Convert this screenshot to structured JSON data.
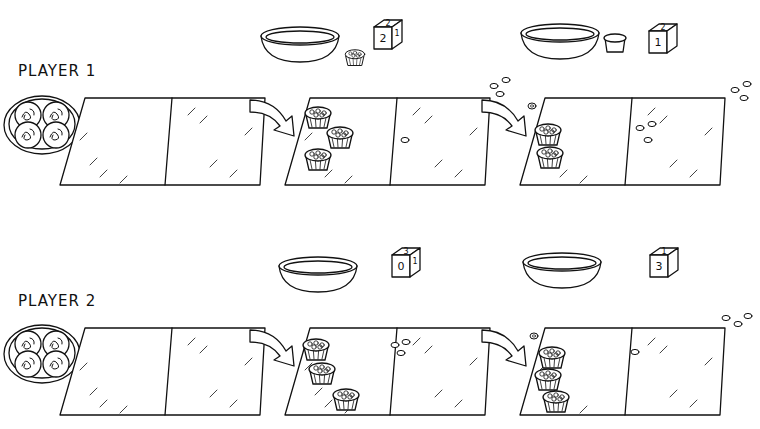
{
  "diagram": {
    "nodes": [
      {
        "text": [
          "2",
          "2",
          "1"
        ]
      },
      {
        "text": [
          "2",
          "1"
        ]
      },
      {
        "text": [
          "3",
          "0",
          "1"
        ]
      },
      {
        "text": [
          "1",
          "3"
        ]
      }
    ],
    "labels": [
      "PLAYER 1",
      "PLAYER 2"
    ]
  }
}
